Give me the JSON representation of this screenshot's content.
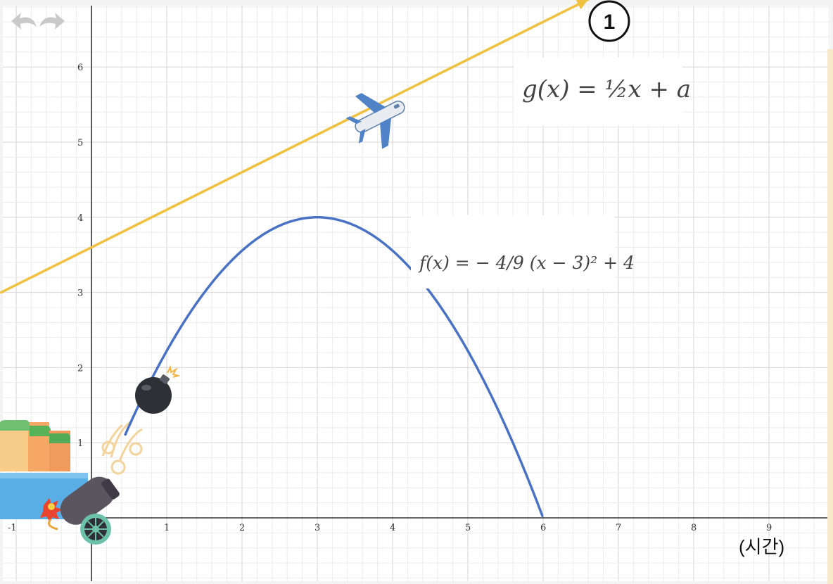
{
  "toolbar": {
    "undo_icon": "undo-arrow-icon",
    "redo_icon": "redo-arrow-icon"
  },
  "chart_data": {
    "type": "line",
    "title": "",
    "xlabel": "(시간)",
    "ylabel": "",
    "xlim": [
      -1.2,
      9.8
    ],
    "ylim": [
      -0.85,
      6.8
    ],
    "grid": true,
    "x_ticks": [
      -1,
      1,
      2,
      3,
      4,
      5,
      6,
      7,
      8,
      9
    ],
    "y_ticks": [
      1,
      2,
      3,
      4,
      5,
      6
    ],
    "series": [
      {
        "color": "#f0c040",
        "formula": "y = 0.5x + 3.6",
        "x": [
          -1.2,
          6.6
        ],
        "y": [
          3.0,
          6.9
        ]
      },
      {
        "color": "#4a72c4",
        "formula": "y = -4/9 (x-3)^2 + 4",
        "x": [
          0.45,
          1,
          1.5,
          2,
          2.5,
          3,
          3.5,
          4,
          4.5,
          5,
          5.5,
          6
        ],
        "y": [
          1.11,
          2.22,
          3.0,
          3.56,
          3.89,
          4.0,
          3.89,
          3.56,
          3.0,
          2.22,
          1.22,
          0
        ]
      }
    ],
    "annotations": [
      {
        "text": "g(x) = ½x + a",
        "kind": "handwritten-formula"
      },
      {
        "text": "f(x) = − 4/9 (x − 3)² + 4",
        "kind": "handwritten-formula"
      },
      {
        "text": "1",
        "kind": "circled-number"
      }
    ],
    "illustrations": [
      "airplane-icon",
      "bomb-icon",
      "cannon-icon",
      "castle-icon"
    ]
  },
  "labels": {
    "g_formula": "g(x) = ½x + a",
    "f_formula": "f(x) = − 4/9 (x − 3)² + 4",
    "circle_number": "1",
    "x_axis_title": "(시간)"
  }
}
